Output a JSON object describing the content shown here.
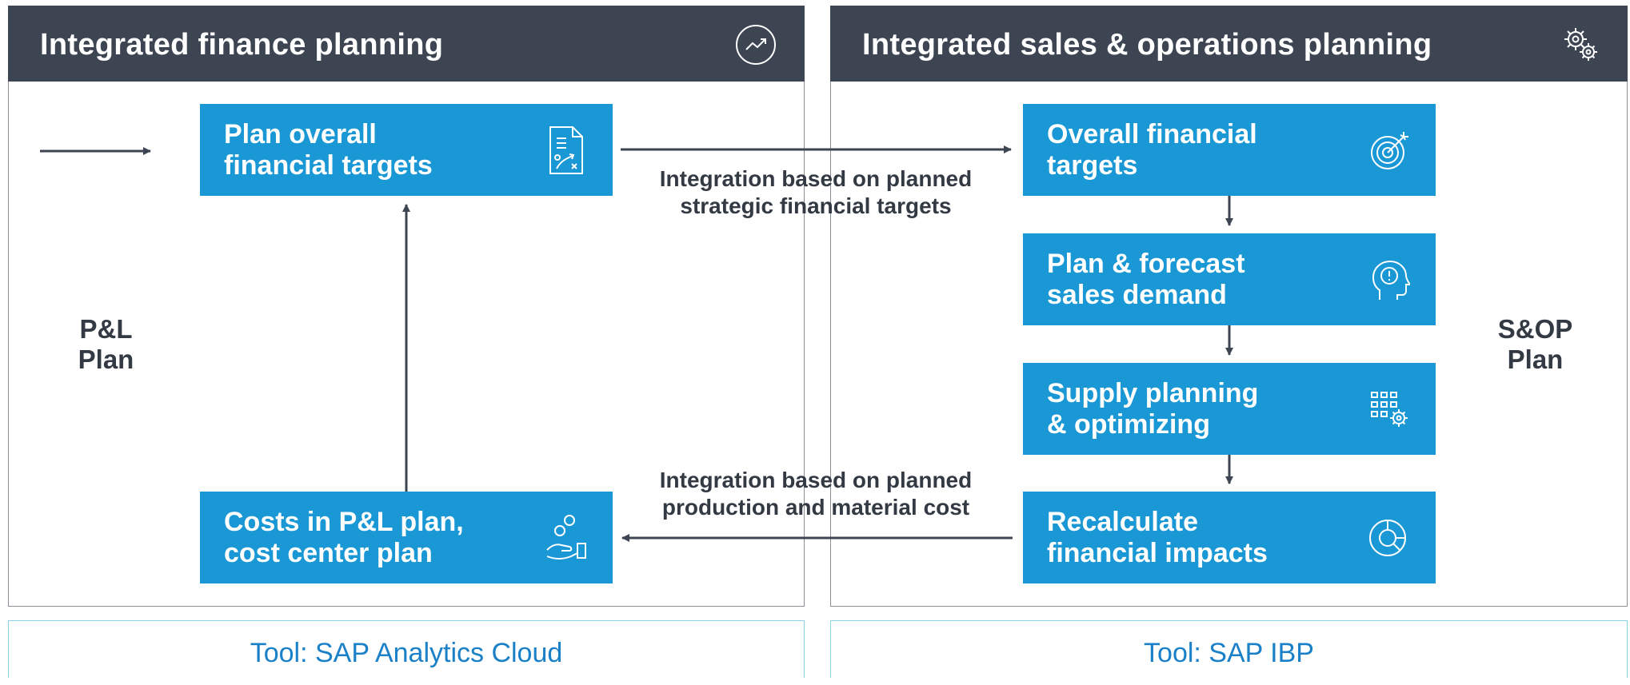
{
  "left_panel": {
    "title": "Integrated finance planning",
    "icon": "trend-up-icon",
    "side_label": "P&L\nPlan",
    "boxes": [
      {
        "label": "Plan overall\nfinancial targets",
        "icon": "strategy-document-icon"
      },
      {
        "label": "Costs in P&L plan,\ncost center plan",
        "icon": "hand-coins-icon"
      }
    ],
    "tool": "Tool: SAP Analytics Cloud"
  },
  "right_panel": {
    "title": "Integrated sales & operations planning",
    "icon": "gears-icon",
    "side_label": "S&OP\nPlan",
    "boxes": [
      {
        "label": "Overall financial\ntargets",
        "icon": "target-icon"
      },
      {
        "label": "Plan & forecast\nsales demand",
        "icon": "head-idea-icon"
      },
      {
        "label": "Supply planning\n& optimizing",
        "icon": "grid-gear-icon"
      },
      {
        "label": "Recalculate\nfinancial impacts",
        "icon": "pie-chart-icon"
      }
    ],
    "tool": "Tool: SAP IBP"
  },
  "integrations": [
    {
      "label": "Integration based on planned\nstrategic financial targets"
    },
    {
      "label": "Integration based on planned\nproduction and material cost"
    }
  ],
  "colors": {
    "header_bg": "#3c4551",
    "box_blue": "#1a97d5",
    "arrow": "#3c4551",
    "tool_text": "#1a80c8"
  }
}
